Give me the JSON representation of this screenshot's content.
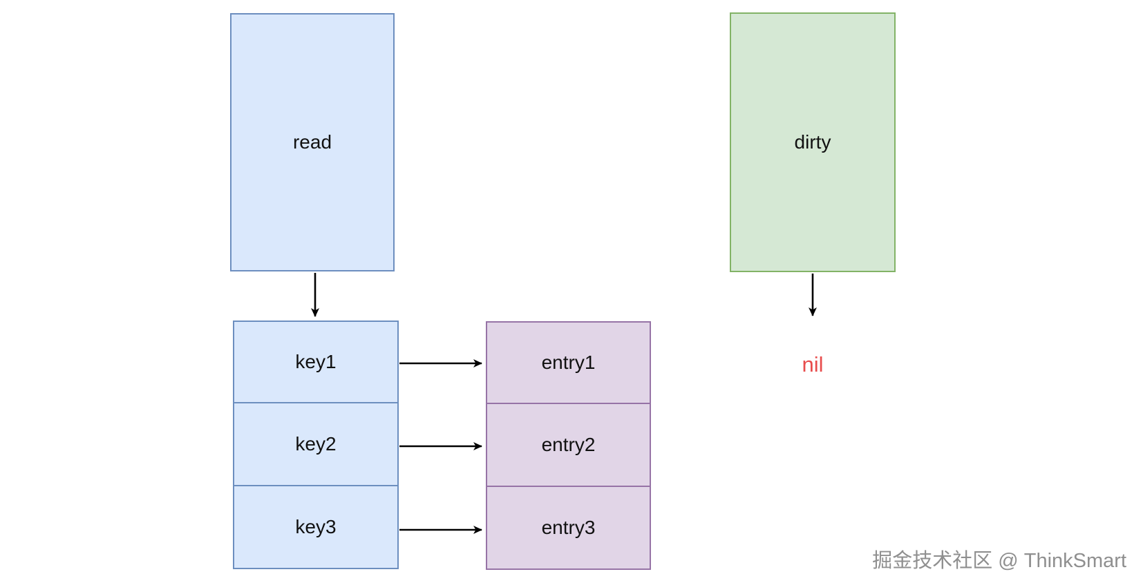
{
  "diagram": {
    "title_hint": "sync.Map structure diagram",
    "read_box": {
      "label": "read"
    },
    "dirty_box": {
      "label": "dirty"
    },
    "nil_label": "nil",
    "keys": [
      "key1",
      "key2",
      "key3"
    ],
    "entries": [
      "entry1",
      "entry2",
      "entry3"
    ],
    "colors": {
      "read_fill": "#dae8fc",
      "read_border": "#6c8ebf",
      "key_fill": "#dae8fc",
      "key_border": "#6c8ebf",
      "entry_fill": "#e1d5e7",
      "entry_border": "#9673a6",
      "dirty_fill": "#d5e8d4",
      "dirty_border": "#82b366",
      "nil_color": "#e84c4c",
      "arrow_color": "#000000"
    },
    "watermark": "掘金技术社区 @ ThinkSmart"
  }
}
